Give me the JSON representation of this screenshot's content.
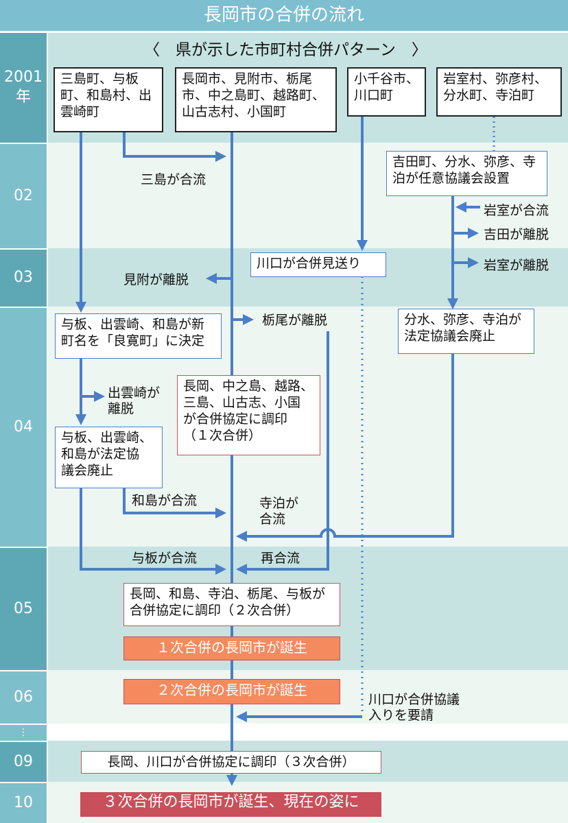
{
  "title": "長岡市の合併の流れ",
  "subtitle": "〈　県が示した市町村合併パターン　〉",
  "years": [
    "2001\n年",
    "02",
    "03",
    "04",
    "05",
    "06",
    "⋮",
    "09",
    "10"
  ],
  "boxes": {
    "group1": "三島町、与板\n町、和島村、出\n雲崎町",
    "group2": "長岡市、見附市、栃尾\n市、中之島町、越路町、\n山古志村、小国町",
    "group3": "小千谷市、\n川口町",
    "group4": "岩室村、弥彦村、\n分水町、寺泊町",
    "yoshida": "吉田町、分水、弥彦、寺\n泊が任意協議会設置",
    "kawaguchi_skip": "川口が合併見送り",
    "ryokan": "与板、出雲崎、和島が新\n町名を「良寛町」に決定",
    "bunsui_abolish": "分水、弥彦、寺泊が\n法定協議会廃止",
    "first_sign": "長岡、中之島、越路、\n三島、山古志、小国\nが合併協定に調印\n（１次合併）",
    "yoita_abolish": "与板、出雲崎、\n和島が法定協\n議会廃止",
    "second_sign": "長岡、和島、寺泊、栃尾、与板が\n合併協定に調印（２次合併）",
    "first_born": "１次合併の長岡市が誕生",
    "second_born": "２次合併の長岡市が誕生",
    "third_sign": "長岡、川口が合併協定に調印（３次合併）",
    "third_born": "３次合併の長岡市が誕生、現在の姿に"
  },
  "labels": {
    "mishima_join": "三島が合流",
    "iwamuro_join": "岩室が合流",
    "yoshida_leave": "吉田が離脱",
    "iwamuro_leave": "岩室が離脱",
    "mitsuke_leave": "見附が離脱",
    "tochio_leave": "栃尾が離脱",
    "izumozaki_leave": "出雲崎が\n離脱",
    "washima_join": "和島が合流",
    "teradomari_join": "寺泊が\n合流",
    "yoita_join": "与板が合流",
    "rejoin": "再合流",
    "kawaguchi_request": "川口が合併協議\n入りを要請"
  },
  "colors": {
    "line": "#4a7ec8",
    "orange": "#f58a5f",
    "red": "#c9505a",
    "teal": "#c6e3e1"
  }
}
